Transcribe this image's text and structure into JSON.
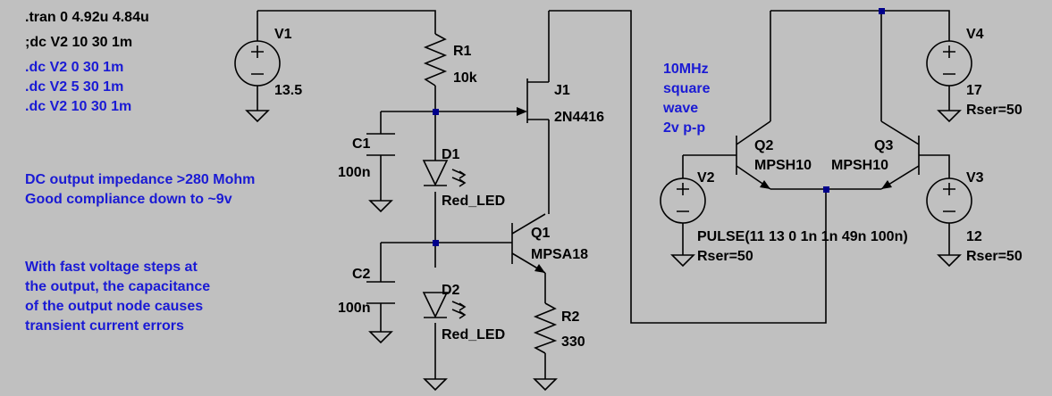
{
  "directives": {
    "tran": ".tran 0 4.92u 4.84u",
    "dc_commented": ";dc V2 10 30 1m",
    "dc_lines": [
      ".dc V2 0 30 1m",
      ".dc V2 5 30 1m",
      ".dc V2 10 30 1m"
    ]
  },
  "comments": {
    "impedance": [
      "DC output impedance >280 Mohm",
      "Good compliance down to ~9v"
    ],
    "transient": [
      "With fast voltage steps at",
      "the output, the capacitance",
      "of the output node causes",
      "transient current errors"
    ],
    "pulse_note": [
      "10MHz",
      "square",
      "wave",
      "2v p-p"
    ]
  },
  "components": {
    "V1": {
      "name": "V1",
      "value": "13.5"
    },
    "R1": {
      "name": "R1",
      "value": "10k"
    },
    "J1": {
      "name": "J1",
      "value": "2N4416"
    },
    "C1": {
      "name": "C1",
      "value": "100n"
    },
    "D1": {
      "name": "D1",
      "value": "Red_LED"
    },
    "Q1": {
      "name": "Q1",
      "value": "MPSA18"
    },
    "C2": {
      "name": "C2",
      "value": "100n"
    },
    "D2": {
      "name": "D2",
      "value": "Red_LED"
    },
    "R2": {
      "name": "R2",
      "value": "330"
    },
    "V4": {
      "name": "V4",
      "value": "17",
      "rser": "Rser=50"
    },
    "Q2": {
      "name": "Q2",
      "value": "MPSH10"
    },
    "Q3": {
      "name": "Q3",
      "value": "MPSH10"
    },
    "V2": {
      "name": "V2",
      "value": "PULSE(11 13 0 1n 1n 49n 100n)",
      "rser": "Rser=50"
    },
    "V3": {
      "name": "V3",
      "value": "12",
      "rser": "Rser=50"
    }
  },
  "colors": {
    "background": "#c0c0c0",
    "wire": "#000000",
    "comment": "#1a1ad4",
    "junction": "#00008b"
  }
}
